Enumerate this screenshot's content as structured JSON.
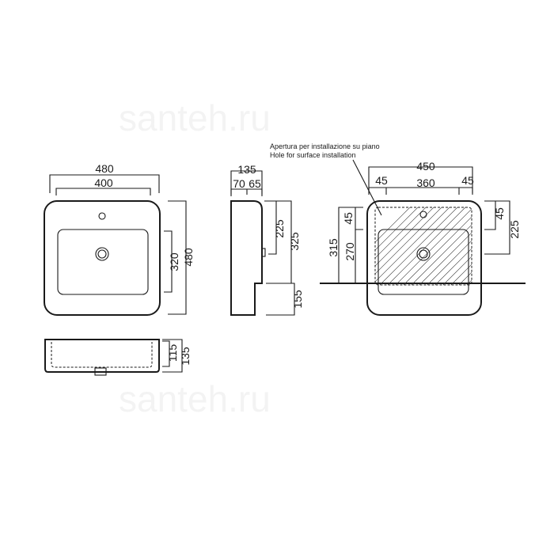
{
  "watermark": "santeh.ru",
  "top_view": {
    "width_outer": "480",
    "width_inner": "400",
    "height_inner": "320",
    "height_outer": "480"
  },
  "front_view": {
    "height_total": "135",
    "height_inner": "115"
  },
  "side_view": {
    "depth_total": "135",
    "depth_a": "70",
    "depth_b": "65",
    "dim_225": "225",
    "dim_325": "325",
    "dim_155": "155"
  },
  "install_view": {
    "note_it": "Apertura per installazione su piano",
    "note_en": "Hole for surface installation",
    "width_outer": "450",
    "margin_left": "45",
    "width_inner": "360",
    "margin_right": "45",
    "left_45": "45",
    "left_270": "270",
    "left_315": "315",
    "right_45": "45",
    "right_225": "225"
  }
}
